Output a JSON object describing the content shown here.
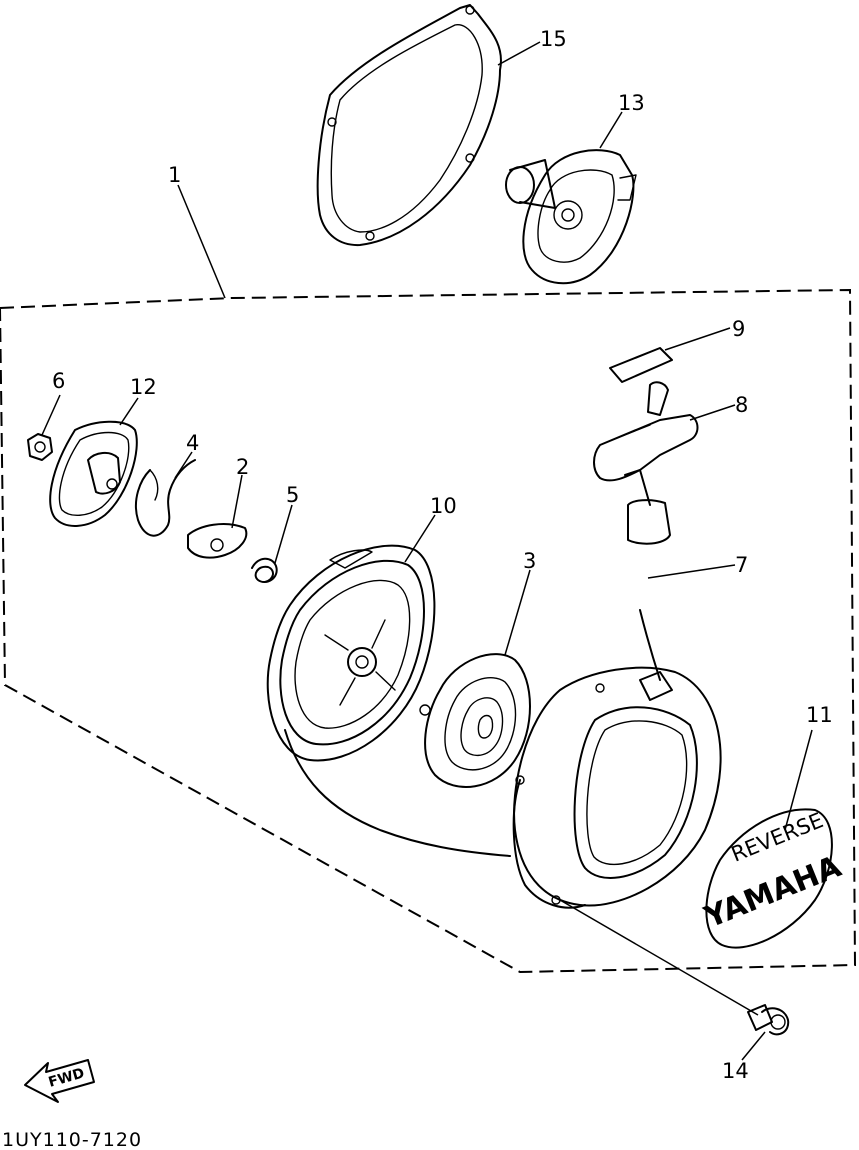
{
  "callouts": {
    "c1": "1",
    "c2": "2",
    "c3": "3",
    "c4": "4",
    "c5": "5",
    "c6": "6",
    "c7": "7",
    "c8": "8",
    "c9": "9",
    "c10": "10",
    "c11": "11",
    "c12": "12",
    "c13": "13",
    "c14": "14",
    "c15": "15"
  },
  "cover_logo": {
    "brand": "YAMAHA",
    "word": "REVERSE"
  },
  "fwd_label": "FWD",
  "part_code": "1UY110-7120"
}
